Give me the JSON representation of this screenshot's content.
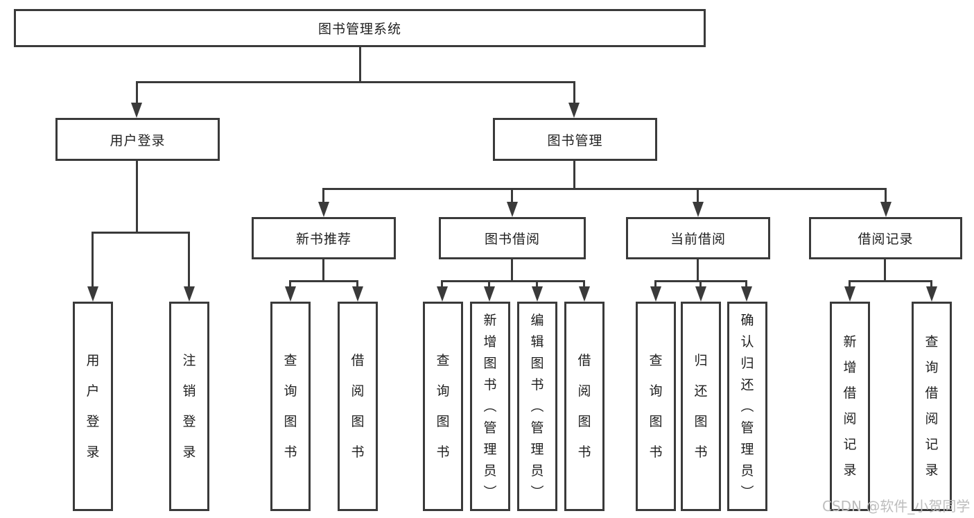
{
  "colors": {
    "line": "#3a3a3a",
    "box_border": "#3a3a3a",
    "text": "#1f1f1f",
    "watermark": "#bdbdbd",
    "background": "#ffffff"
  },
  "watermark": "CSDN @软件_小贺同学",
  "tree": {
    "label": "图书管理系统",
    "children": [
      {
        "label": "用户登录",
        "children": [
          {
            "label": "用户登录"
          },
          {
            "label": "注销登录"
          }
        ]
      },
      {
        "label": "图书管理",
        "children": [
          {
            "label": "新书推荐",
            "children": [
              {
                "label": "查询图书"
              },
              {
                "label": "借阅图书"
              }
            ]
          },
          {
            "label": "图书借阅",
            "children": [
              {
                "label": "查询图书"
              },
              {
                "label": "新增图书（管理员）"
              },
              {
                "label": "编辑图书（管理员）"
              },
              {
                "label": "借阅图书"
              }
            ]
          },
          {
            "label": "当前借阅",
            "children": [
              {
                "label": "查询图书"
              },
              {
                "label": "归还图书"
              },
              {
                "label": "确认归还（管理员）"
              }
            ]
          },
          {
            "label": "借阅记录",
            "children": [
              {
                "label": "新增借阅记录"
              },
              {
                "label": "查询借阅记录"
              }
            ]
          }
        ]
      }
    ]
  }
}
